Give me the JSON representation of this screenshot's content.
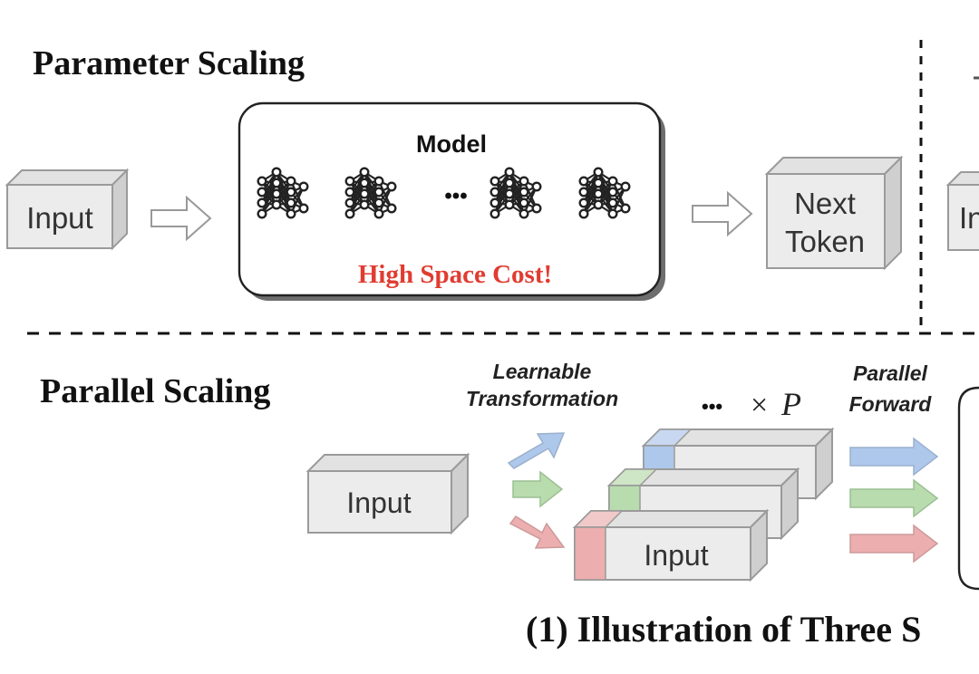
{
  "sections": {
    "parameter": {
      "heading": "Parameter Scaling",
      "input_label": "Input",
      "model_label": "Model",
      "ellipsis": "•••",
      "warning": "High Space Cost!",
      "output_line1": "Next",
      "output_line2": "Token",
      "clipped_right_label": "In"
    },
    "parallel": {
      "heading": "Parallel Scaling",
      "input_label": "Input",
      "transform_line1": "Learnable",
      "transform_line2": "Transformation",
      "copies_dots": "•••",
      "copies_times": "×",
      "copies_var": "P",
      "forward_line1": "Parallel",
      "forward_line2": "Forward",
      "stack_front_label": "Input"
    }
  },
  "caption": "(1) Illustration of Three S",
  "colors": {
    "box_face": "#ececec",
    "box_side": "#cfcfcf",
    "box_top": "#e2e2e2",
    "box_stroke": "#9a9a9a",
    "warning_red": "#e03c31",
    "blue": "#aec8ec",
    "green": "#b9dcae",
    "red": "#ecaeae",
    "divider": "#111111"
  }
}
